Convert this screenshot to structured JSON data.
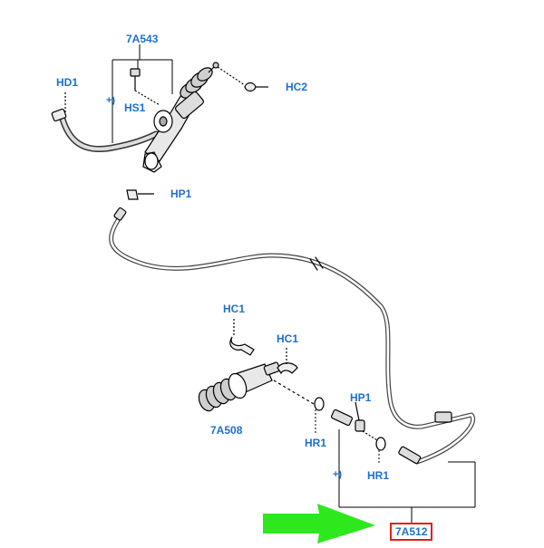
{
  "labels": {
    "p_7A543": "7A543",
    "p_HD1": "HD1",
    "p_HS1": "HS1",
    "p_HC2": "HC2",
    "p_HP1_top": "HP1",
    "p_HC1_a": "HC1",
    "p_HC1_b": "HC1",
    "p_7A508": "7A508",
    "p_HP1_low": "HP1",
    "p_HR1_a": "HR1",
    "p_HR1_b": "HR1",
    "p_7A512": "7A512",
    "mark_a": "+)",
    "mark_b": "+)"
  },
  "colors": {
    "label": "#1e6fd0",
    "highlight_border": "#e0201c",
    "arrow": "#2ee81e",
    "line": "#000000"
  }
}
